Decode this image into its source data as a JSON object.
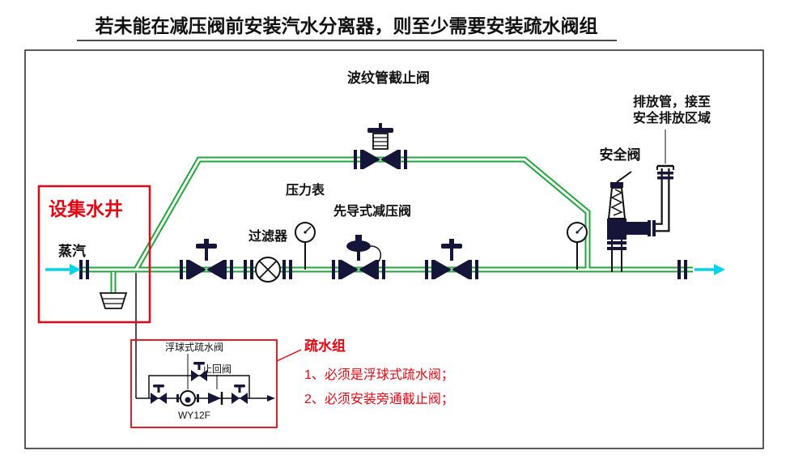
{
  "title": "若未能在减压阀前安装汽水分离器，则至少需要安装疏水阀组",
  "colors": {
    "pipe_green": "#21A63C",
    "flow_cyan": "#00D4E8",
    "annotation_red": "#E30613",
    "line_black": "#111111",
    "valve_dark": "#15153a"
  },
  "labels": {
    "bellows_stop_valve": "波纹管截止阀",
    "discharge_line1": "排放管，接至",
    "discharge_line2": "安全排放区域",
    "safety_valve": "安全阀",
    "pressure_gauge": "压力表",
    "strainer": "过滤器",
    "pilot_prv": "先导式减压阀",
    "collection_well": "设集水井",
    "steam": "蒸汽",
    "drain_group_title": "疏水组",
    "float_trap": "浮球式疏水阀",
    "check_valve": "止回阀",
    "trap_model": "WY12F",
    "note1": "1、必须是浮球式疏水阀；",
    "note2": "2、必须安装旁通截止阀；"
  }
}
